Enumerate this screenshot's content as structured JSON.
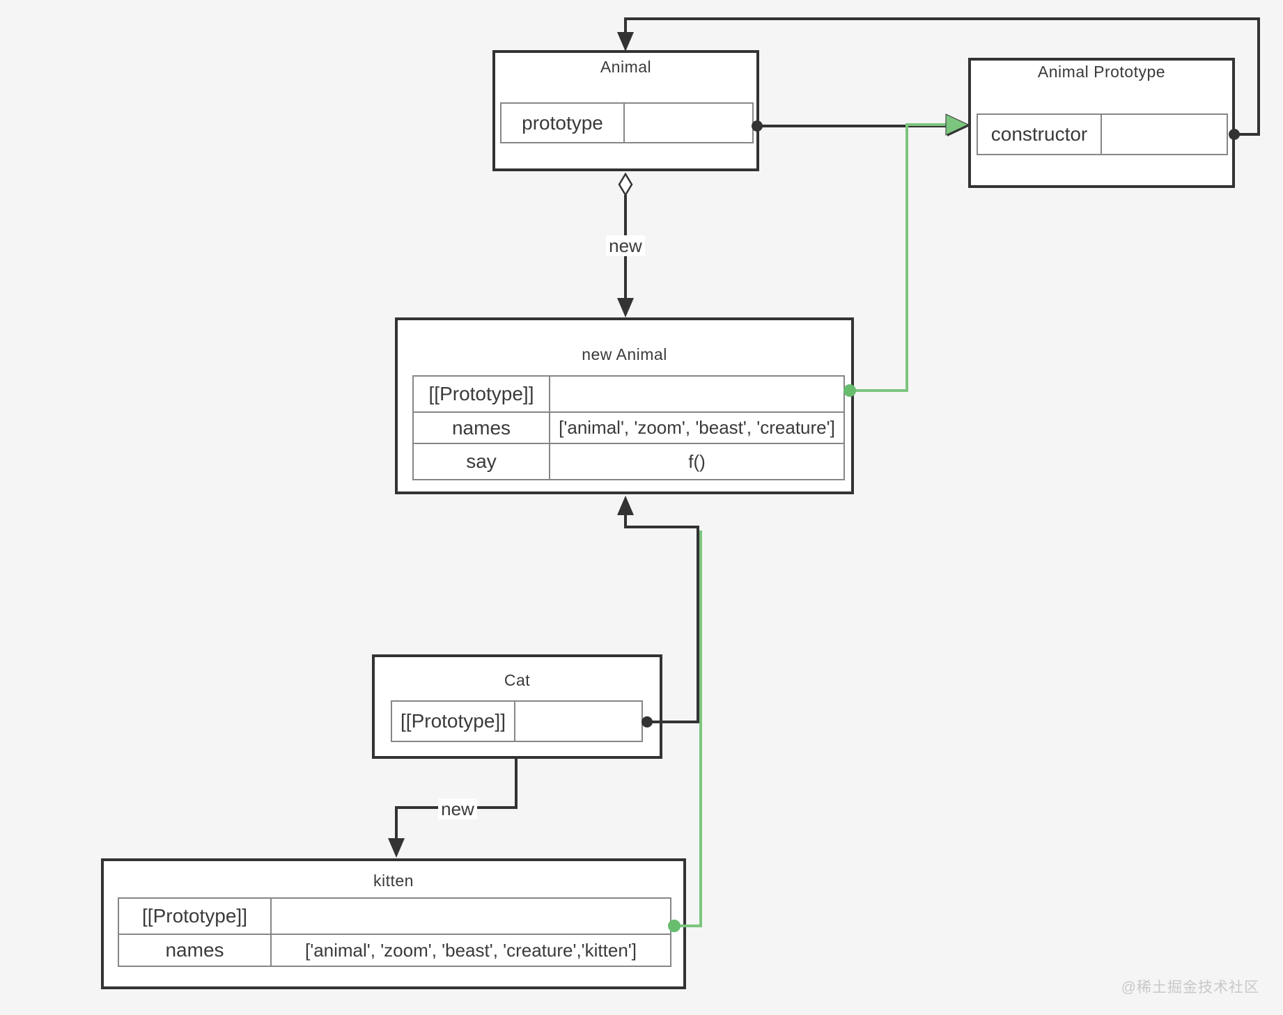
{
  "colors": {
    "line_black": "#333333",
    "line_green": "#7cc57e",
    "dot_green": "#67bd6d",
    "cell_border": "#868686",
    "background": "#f5f5f5",
    "watermark": "#c8c8c8"
  },
  "boxes": {
    "animal": {
      "title": "Animal",
      "rows": [
        {
          "key": "prototype",
          "value": ""
        }
      ]
    },
    "animal_prototype": {
      "title": "Animal Prototype",
      "rows": [
        {
          "key": "constructor",
          "value": ""
        }
      ]
    },
    "new_animal": {
      "title": "new Animal",
      "rows": [
        {
          "key": "[[Prototype]]",
          "value": ""
        },
        {
          "key": "names",
          "value": "['animal', 'zoom', 'beast', 'creature']"
        },
        {
          "key": "say",
          "value": "f()"
        }
      ]
    },
    "cat": {
      "title": "Cat",
      "rows": [
        {
          "key": "[[Prototype]]",
          "value": ""
        }
      ]
    },
    "kitten": {
      "title": "kitten",
      "rows": [
        {
          "key": "[[Prototype]]",
          "value": ""
        },
        {
          "key": "names",
          "value": "['animal', 'zoom', 'beast', 'creature','kitten']"
        }
      ]
    }
  },
  "edge_labels": {
    "new_animal_instance": "new",
    "new_cat_instance": "new"
  },
  "watermark": "@稀土掘金技术社区"
}
